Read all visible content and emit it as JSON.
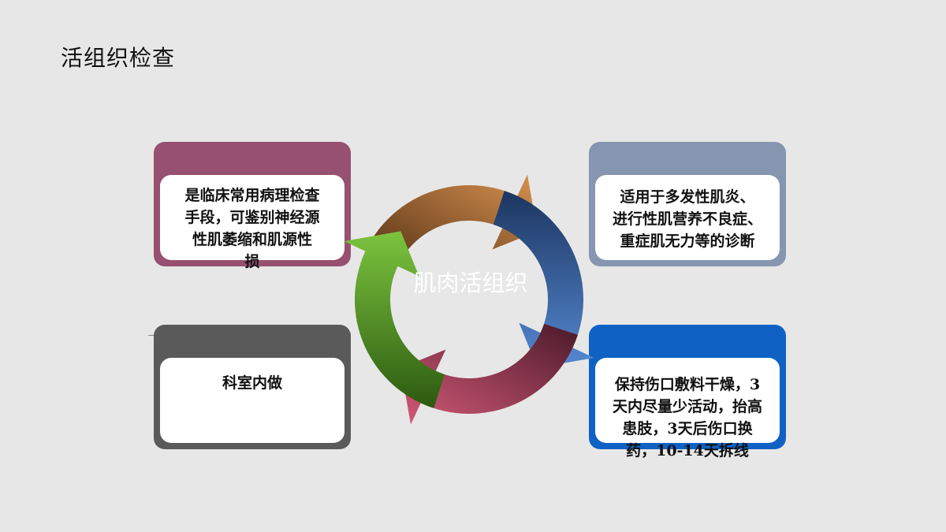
{
  "title": "活组织检查",
  "center_label": "肌肉活组织",
  "cards": {
    "top_left": "是临床常用病理检查手段，可鉴别神经源性肌萎缩和肌源性损害",
    "top_right": "适用于多发性肌炎、进行性肌营养不良症、重症肌无力等的诊断",
    "bottom_left": "科室内做",
    "bottom_right": "保持伤口敷料干燥，3天内尽量少活动，抬高患肢，3天后伤口换药，10-14天拆线"
  },
  "colors": {
    "background": "#e7e7e7",
    "card_top_left": "#97506f",
    "card_top_right": "#8696b1",
    "card_bottom_left": "#5a5a5a",
    "card_bottom_right": "#0f62c4",
    "arrow_top": "#c98a4a",
    "arrow_right": "#3d6fb3",
    "arrow_bottom": "#c9506e",
    "arrow_left": "#6db33a"
  }
}
